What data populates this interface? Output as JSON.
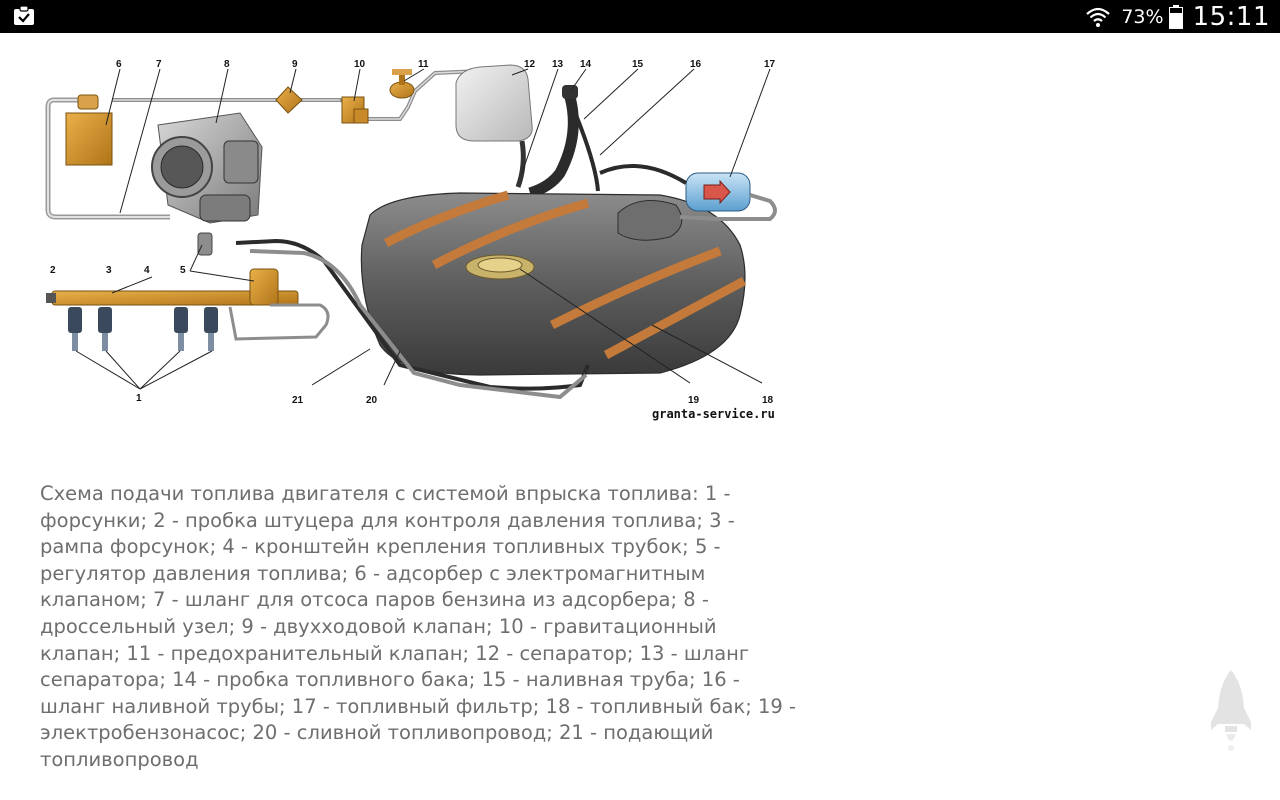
{
  "status_bar": {
    "battery_percent": "73%",
    "time": "15:11",
    "icons": [
      "clipboard-check-icon",
      "wifi-icon",
      "battery-icon"
    ]
  },
  "diagram": {
    "callouts": [
      "1",
      "2",
      "3",
      "4",
      "5",
      "6",
      "7",
      "8",
      "9",
      "10",
      "11",
      "12",
      "13",
      "14",
      "15",
      "16",
      "17",
      "18",
      "19",
      "20",
      "21"
    ],
    "watermark": "granta-service.ru"
  },
  "caption": {
    "text": "Схема подачи топлива двигателя с системой впрыска топлива: 1 - форсунки; 2 - пробка штуцера для контроля давления топлива; 3 - рампа форсунок; 4 - кронштейн крепления топливных трубок; 5 - регулятор давления топлива; 6 - адсорбер с электромагнитным клапаном; 7 - шланг для отсоса паров бензина из адсорбера; 8 - дроссельный узел; 9 - двухходовой клапан; 10 - гравитационный клапан; 11 - предохранительный клапан; 12 - сепаратор; 13 - шланг сепаратора; 14 - пробка топливного бака; 15 - наливная труба; 16 - шланг наливной трубы; 17 - топливный фильтр; 18 - топливный бак; 19 - электробензонасос; 20 - сливной топливопровод; 21 - подающий топливопровод"
  },
  "fab": {
    "icon": "rocket-icon"
  }
}
